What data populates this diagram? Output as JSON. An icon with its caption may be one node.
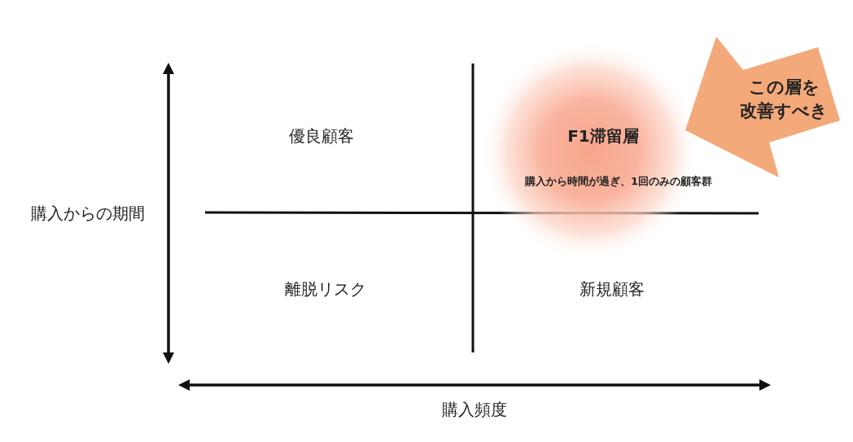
{
  "diagram": {
    "nodes": [
      {
        "text": [
          "F1滞留層",
          "購入から時間が過ぎ、1回のみの顧客群"
        ]
      },
      {
        "text": [
          "この層を改善すべき"
        ]
      }
    ],
    "edges": [],
    "labels": [
      "優良顧客",
      "購入からの期間",
      "離脱リスク",
      "新規顧客",
      "購入頻度"
    ]
  }
}
